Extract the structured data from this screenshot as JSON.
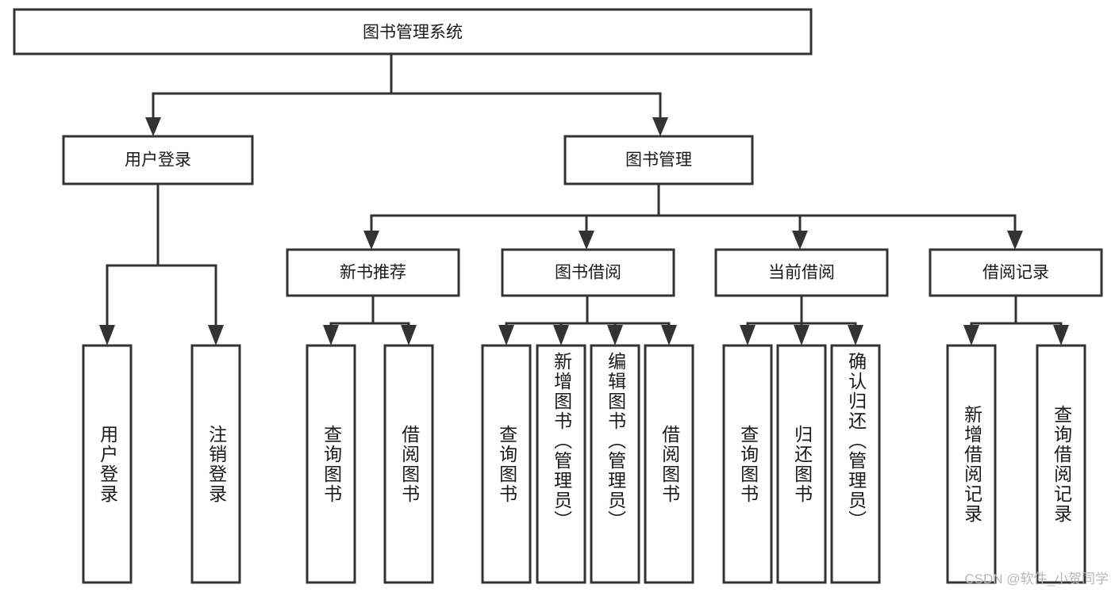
{
  "diagram": {
    "title": "图书管理系统",
    "type": "hierarchy-tree",
    "root": {
      "id": "root",
      "label": "图书管理系统"
    },
    "level1": [
      {
        "id": "user-login",
        "label": "用户登录"
      },
      {
        "id": "book-management",
        "label": "图书管理"
      }
    ],
    "level2": [
      {
        "id": "new-book-recommend",
        "label": "新书推荐",
        "parent": "book-management"
      },
      {
        "id": "book-borrow",
        "label": "图书借阅",
        "parent": "book-management"
      },
      {
        "id": "current-borrow",
        "label": "当前借阅",
        "parent": "book-management"
      },
      {
        "id": "borrow-record",
        "label": "借阅记录",
        "parent": "book-management"
      }
    ],
    "leaves": [
      {
        "id": "leaf-user-login",
        "label": "用户登录",
        "parent": "user-login"
      },
      {
        "id": "leaf-logout",
        "label": "注销登录",
        "parent": "user-login"
      },
      {
        "id": "leaf-query-book-1",
        "label": "查询图书",
        "parent": "new-book-recommend"
      },
      {
        "id": "leaf-borrow-book-1",
        "label": "借阅图书",
        "parent": "new-book-recommend"
      },
      {
        "id": "leaf-query-book-2",
        "label": "查询图书",
        "parent": "book-borrow"
      },
      {
        "id": "leaf-add-book",
        "label": "新增图书（管理员）",
        "parent": "book-borrow"
      },
      {
        "id": "leaf-edit-book",
        "label": "编辑图书（管理员）",
        "parent": "book-borrow"
      },
      {
        "id": "leaf-borrow-book-2",
        "label": "借阅图书",
        "parent": "book-borrow"
      },
      {
        "id": "leaf-query-book-3",
        "label": "查询图书",
        "parent": "current-borrow"
      },
      {
        "id": "leaf-return-book",
        "label": "归还图书",
        "parent": "current-borrow"
      },
      {
        "id": "leaf-confirm-return",
        "label": "确认归还（管理员）",
        "parent": "current-borrow"
      },
      {
        "id": "leaf-add-record",
        "label": "新增借阅记录",
        "parent": "borrow-record"
      },
      {
        "id": "leaf-query-record",
        "label": "查询借阅记录",
        "parent": "borrow-record"
      }
    ]
  },
  "watermark": {
    "text": "CSDN @软件_小贺同学"
  },
  "colors": {
    "stroke": "#333333",
    "box_fill": "#ffffff",
    "text": "#1a1a1a",
    "background": "#ffffff",
    "watermark": "#b8b8b8"
  }
}
